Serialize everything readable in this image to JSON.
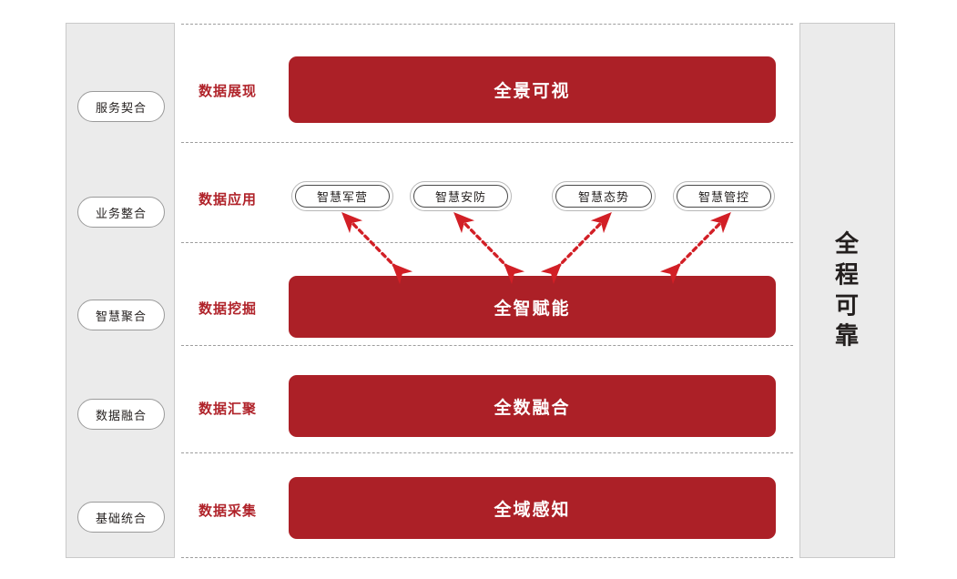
{
  "diagram": {
    "title_vertical": "全程可靠",
    "left_panel": {
      "items": [
        {
          "label": "服务契合"
        },
        {
          "label": "业务整合"
        },
        {
          "label": "智慧聚合"
        },
        {
          "label": "数据融合"
        },
        {
          "label": "基础统合"
        }
      ]
    },
    "right_panel": {
      "chars": [
        "全",
        "程",
        "可",
        "靠"
      ]
    },
    "rows": [
      {
        "label": "数据展现",
        "bar_text": "全景可视"
      },
      {
        "label": "数据应用",
        "bar_text": ""
      },
      {
        "label": "数据挖掘",
        "bar_text": "全智赋能"
      },
      {
        "label": "数据汇聚",
        "bar_text": "全数融合"
      },
      {
        "label": "数据采集",
        "bar_text": "全域感知"
      }
    ],
    "applications": [
      {
        "label": "智慧军营"
      },
      {
        "label": "智慧安防"
      },
      {
        "label": "智慧态势"
      },
      {
        "label": "智慧管控"
      }
    ],
    "colors": {
      "red": "#ac2027",
      "label_red": "#b0232a",
      "panel_fill": "#ebebeb",
      "panel_border": "#c9c9c9",
      "divider": "#9e9e9e",
      "arrow_red": "#d21f26",
      "text_dark": "#231f1e"
    }
  }
}
